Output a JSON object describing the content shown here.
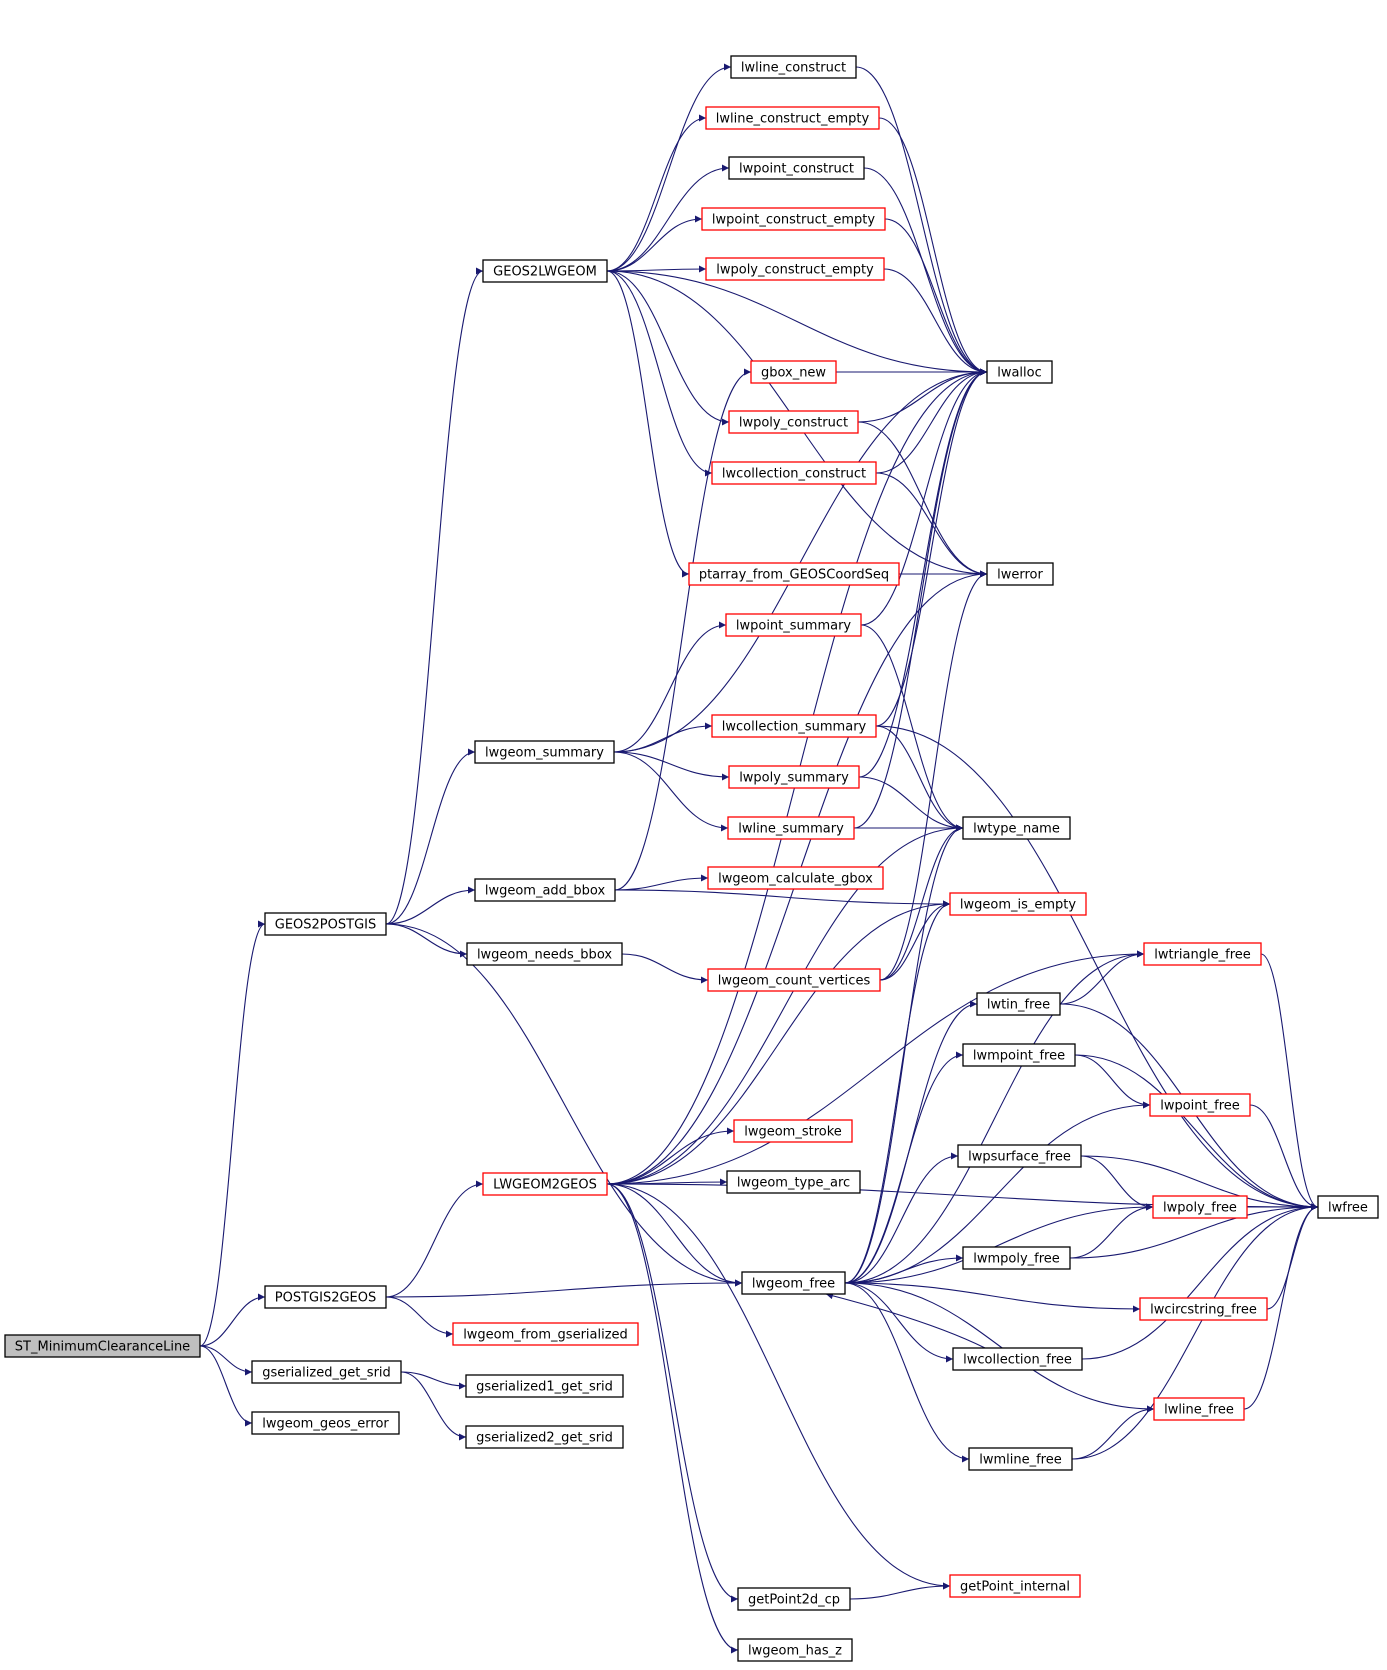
{
  "colors": {
    "edge": "#191970",
    "border_normal": "#000000",
    "border_truncated": "#ff0000",
    "root_fill": "#bfbfbf",
    "background": "#ffffff"
  },
  "nodes": [
    {
      "id": "ST_MinimumClearanceLine",
      "label": "ST_MinimumClearanceLine",
      "border": "black",
      "root": true
    },
    {
      "id": "GEOS2POSTGIS",
      "label": "GEOS2POSTGIS",
      "border": "black"
    },
    {
      "id": "POSTGIS2GEOS",
      "label": "POSTGIS2GEOS",
      "border": "black"
    },
    {
      "id": "gserialized_get_srid",
      "label": "gserialized_get_srid",
      "border": "black"
    },
    {
      "id": "lwgeom_geos_error",
      "label": "lwgeom_geos_error",
      "border": "black"
    },
    {
      "id": "GEOS2LWGEOM",
      "label": "GEOS2LWGEOM",
      "border": "black"
    },
    {
      "id": "lwgeom_summary",
      "label": "lwgeom_summary",
      "border": "black"
    },
    {
      "id": "lwgeom_add_bbox",
      "label": "lwgeom_add_bbox",
      "border": "black"
    },
    {
      "id": "lwgeom_needs_bbox",
      "label": "lwgeom_needs_bbox",
      "border": "black"
    },
    {
      "id": "LWGEOM2GEOS",
      "label": "LWGEOM2GEOS",
      "border": "red"
    },
    {
      "id": "lwgeom_from_gserialized",
      "label": "lwgeom_from_gserialized",
      "border": "red"
    },
    {
      "id": "gserialized1_get_srid",
      "label": "gserialized1_get_srid",
      "border": "black"
    },
    {
      "id": "gserialized2_get_srid",
      "label": "gserialized2_get_srid",
      "border": "black"
    },
    {
      "id": "lwline_construct",
      "label": "lwline_construct",
      "border": "black"
    },
    {
      "id": "lwline_construct_empty",
      "label": "lwline_construct_empty",
      "border": "red"
    },
    {
      "id": "lwpoint_construct",
      "label": "lwpoint_construct",
      "border": "black"
    },
    {
      "id": "lwpoint_construct_empty",
      "label": "lwpoint_construct_empty",
      "border": "red"
    },
    {
      "id": "lwpoly_construct_empty",
      "label": "lwpoly_construct_empty",
      "border": "red"
    },
    {
      "id": "gbox_new",
      "label": "gbox_new",
      "border": "red"
    },
    {
      "id": "lwpoly_construct",
      "label": "lwpoly_construct",
      "border": "red"
    },
    {
      "id": "lwcollection_construct",
      "label": "lwcollection_construct",
      "border": "red"
    },
    {
      "id": "ptarray_from_GEOSCoordSeq",
      "label": "ptarray_from_GEOSCoordSeq",
      "border": "red"
    },
    {
      "id": "lwpoint_summary",
      "label": "lwpoint_summary",
      "border": "red"
    },
    {
      "id": "lwcollection_summary",
      "label": "lwcollection_summary",
      "border": "red"
    },
    {
      "id": "lwpoly_summary",
      "label": "lwpoly_summary",
      "border": "red"
    },
    {
      "id": "lwline_summary",
      "label": "lwline_summary",
      "border": "red"
    },
    {
      "id": "lwgeom_calculate_gbox",
      "label": "lwgeom_calculate_gbox",
      "border": "red"
    },
    {
      "id": "lwgeom_count_vertices",
      "label": "lwgeom_count_vertices",
      "border": "red"
    },
    {
      "id": "lwgeom_stroke",
      "label": "lwgeom_stroke",
      "border": "red"
    },
    {
      "id": "lwgeom_type_arc",
      "label": "lwgeom_type_arc",
      "border": "black"
    },
    {
      "id": "lwgeom_free",
      "label": "lwgeom_free",
      "border": "black"
    },
    {
      "id": "getPoint2d_cp",
      "label": "getPoint2d_cp",
      "border": "black"
    },
    {
      "id": "lwgeom_has_z",
      "label": "lwgeom_has_z",
      "border": "black"
    },
    {
      "id": "lwalloc",
      "label": "lwalloc",
      "border": "black"
    },
    {
      "id": "lwerror",
      "label": "lwerror",
      "border": "black"
    },
    {
      "id": "lwtype_name",
      "label": "lwtype_name",
      "border": "black"
    },
    {
      "id": "lwgeom_is_empty",
      "label": "lwgeom_is_empty",
      "border": "red"
    },
    {
      "id": "lwtin_free",
      "label": "lwtin_free",
      "border": "black"
    },
    {
      "id": "lwmpoint_free",
      "label": "lwmpoint_free",
      "border": "black"
    },
    {
      "id": "lwpsurface_free",
      "label": "lwpsurface_free",
      "border": "black"
    },
    {
      "id": "lwmpoly_free",
      "label": "lwmpoly_free",
      "border": "black"
    },
    {
      "id": "lwcollection_free",
      "label": "lwcollection_free",
      "border": "black"
    },
    {
      "id": "lwmline_free",
      "label": "lwmline_free",
      "border": "black"
    },
    {
      "id": "getPoint_internal",
      "label": "getPoint_internal",
      "border": "red"
    },
    {
      "id": "lwtriangle_free",
      "label": "lwtriangle_free",
      "border": "red"
    },
    {
      "id": "lwpoint_free",
      "label": "lwpoint_free",
      "border": "red"
    },
    {
      "id": "lwpoly_free",
      "label": "lwpoly_free",
      "border": "red"
    },
    {
      "id": "lwcircstring_free",
      "label": "lwcircstring_free",
      "border": "red"
    },
    {
      "id": "lwline_free",
      "label": "lwline_free",
      "border": "red"
    },
    {
      "id": "lwfree",
      "label": "lwfree",
      "border": "black"
    }
  ],
  "edges": [
    [
      "ST_MinimumClearanceLine",
      "GEOS2POSTGIS"
    ],
    [
      "ST_MinimumClearanceLine",
      "POSTGIS2GEOS"
    ],
    [
      "ST_MinimumClearanceLine",
      "gserialized_get_srid"
    ],
    [
      "ST_MinimumClearanceLine",
      "lwgeom_geos_error"
    ],
    [
      "GEOS2POSTGIS",
      "GEOS2LWGEOM"
    ],
    [
      "GEOS2POSTGIS",
      "lwgeom_summary"
    ],
    [
      "GEOS2POSTGIS",
      "lwgeom_add_bbox"
    ],
    [
      "GEOS2POSTGIS",
      "lwgeom_needs_bbox"
    ],
    [
      "GEOS2POSTGIS",
      "lwgeom_free"
    ],
    [
      "POSTGIS2GEOS",
      "LWGEOM2GEOS"
    ],
    [
      "POSTGIS2GEOS",
      "lwgeom_from_gserialized"
    ],
    [
      "POSTGIS2GEOS",
      "lwgeom_free"
    ],
    [
      "gserialized_get_srid",
      "gserialized1_get_srid"
    ],
    [
      "gserialized_get_srid",
      "gserialized2_get_srid"
    ],
    [
      "GEOS2LWGEOM",
      "lwline_construct"
    ],
    [
      "GEOS2LWGEOM",
      "lwline_construct_empty"
    ],
    [
      "GEOS2LWGEOM",
      "lwpoint_construct"
    ],
    [
      "GEOS2LWGEOM",
      "lwpoint_construct_empty"
    ],
    [
      "GEOS2LWGEOM",
      "lwpoly_construct_empty"
    ],
    [
      "GEOS2LWGEOM",
      "lwpoly_construct"
    ],
    [
      "GEOS2LWGEOM",
      "lwcollection_construct"
    ],
    [
      "GEOS2LWGEOM",
      "ptarray_from_GEOSCoordSeq"
    ],
    [
      "GEOS2LWGEOM",
      "lwalloc"
    ],
    [
      "GEOS2LWGEOM",
      "lwerror"
    ],
    [
      "lwline_construct",
      "lwalloc"
    ],
    [
      "lwline_construct_empty",
      "lwalloc"
    ],
    [
      "lwpoint_construct",
      "lwalloc"
    ],
    [
      "lwpoint_construct_empty",
      "lwalloc"
    ],
    [
      "lwpoly_construct_empty",
      "lwalloc"
    ],
    [
      "gbox_new",
      "lwalloc"
    ],
    [
      "lwpoly_construct",
      "lwalloc"
    ],
    [
      "lwpoly_construct",
      "lwerror"
    ],
    [
      "lwcollection_construct",
      "lwalloc"
    ],
    [
      "lwcollection_construct",
      "lwerror"
    ],
    [
      "ptarray_from_GEOSCoordSeq",
      "lwerror"
    ],
    [
      "lwgeom_summary",
      "lwalloc"
    ],
    [
      "lwgeom_summary",
      "lwpoint_summary"
    ],
    [
      "lwgeom_summary",
      "lwcollection_summary"
    ],
    [
      "lwgeom_summary",
      "lwpoly_summary"
    ],
    [
      "lwgeom_summary",
      "lwline_summary"
    ],
    [
      "lwpoint_summary",
      "lwalloc"
    ],
    [
      "lwpoint_summary",
      "lwtype_name"
    ],
    [
      "lwcollection_summary",
      "lwalloc"
    ],
    [
      "lwcollection_summary",
      "lwtype_name"
    ],
    [
      "lwcollection_summary",
      "lwfree"
    ],
    [
      "lwpoly_summary",
      "lwalloc"
    ],
    [
      "lwpoly_summary",
      "lwtype_name"
    ],
    [
      "lwline_summary",
      "lwalloc"
    ],
    [
      "lwline_summary",
      "lwtype_name"
    ],
    [
      "lwgeom_add_bbox",
      "gbox_new"
    ],
    [
      "lwgeom_add_bbox",
      "lwgeom_calculate_gbox"
    ],
    [
      "lwgeom_add_bbox",
      "lwgeom_is_empty"
    ],
    [
      "lwgeom_needs_bbox",
      "lwgeom_count_vertices"
    ],
    [
      "lwgeom_count_vertices",
      "lwgeom_is_empty"
    ],
    [
      "lwgeom_count_vertices",
      "lwtype_name"
    ],
    [
      "lwgeom_count_vertices",
      "lwerror"
    ],
    [
      "LWGEOM2GEOS",
      "lwgeom_stroke"
    ],
    [
      "LWGEOM2GEOS",
      "lwgeom_type_arc"
    ],
    [
      "LWGEOM2GEOS",
      "lwgeom_free"
    ],
    [
      "LWGEOM2GEOS",
      "lwalloc"
    ],
    [
      "LWGEOM2GEOS",
      "lwerror"
    ],
    [
      "LWGEOM2GEOS",
      "lwtype_name"
    ],
    [
      "LWGEOM2GEOS",
      "lwgeom_is_empty"
    ],
    [
      "LWGEOM2GEOS",
      "lwfree"
    ],
    [
      "LWGEOM2GEOS",
      "getPoint_internal"
    ],
    [
      "LWGEOM2GEOS",
      "getPoint2d_cp"
    ],
    [
      "LWGEOM2GEOS",
      "lwgeom_has_z"
    ],
    [
      "LWGEOM2GEOS",
      "lwtriangle_free"
    ],
    [
      "getPoint2d_cp",
      "getPoint_internal"
    ],
    [
      "lwgeom_free",
      "lwtype_name"
    ],
    [
      "lwgeom_free",
      "lwgeom_is_empty"
    ],
    [
      "lwgeom_free",
      "lwtriangle_free"
    ],
    [
      "lwgeom_free",
      "lwtin_free"
    ],
    [
      "lwgeom_free",
      "lwmpoint_free"
    ],
    [
      "lwgeom_free",
      "lwpoint_free"
    ],
    [
      "lwgeom_free",
      "lwpsurface_free"
    ],
    [
      "lwgeom_free",
      "lwpoly_free"
    ],
    [
      "lwgeom_free",
      "lwmpoly_free"
    ],
    [
      "lwgeom_free",
      "lwcircstring_free"
    ],
    [
      "lwgeom_free",
      "lwcollection_free"
    ],
    [
      "lwgeom_free",
      "lwline_free"
    ],
    [
      "lwgeom_free",
      "lwmline_free"
    ],
    [
      "lwtin_free",
      "lwtriangle_free"
    ],
    [
      "lwtin_free",
      "lwfree"
    ],
    [
      "lwmpoint_free",
      "lwpoint_free"
    ],
    [
      "lwmpoint_free",
      "lwfree"
    ],
    [
      "lwpsurface_free",
      "lwpoly_free"
    ],
    [
      "lwpsurface_free",
      "lwfree"
    ],
    [
      "lwmpoly_free",
      "lwpoly_free"
    ],
    [
      "lwmpoly_free",
      "lwfree"
    ],
    [
      "lwcollection_free",
      "lwgeom_free"
    ],
    [
      "lwcollection_free",
      "lwfree"
    ],
    [
      "lwmline_free",
      "lwline_free"
    ],
    [
      "lwmline_free",
      "lwfree"
    ],
    [
      "lwtriangle_free",
      "lwfree"
    ],
    [
      "lwpoint_free",
      "lwfree"
    ],
    [
      "lwpoly_free",
      "lwfree"
    ],
    [
      "lwcircstring_free",
      "lwfree"
    ],
    [
      "lwline_free",
      "lwfree"
    ]
  ]
}
